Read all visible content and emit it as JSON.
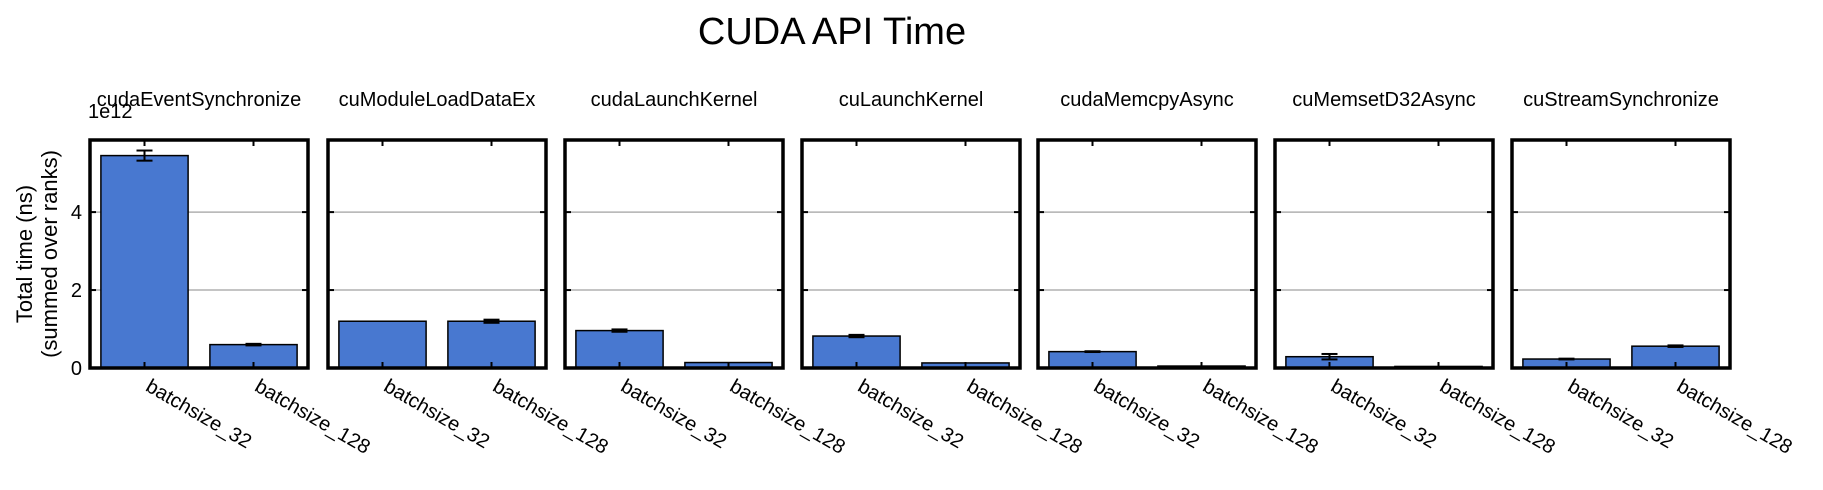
{
  "figure": {
    "title": "CUDA API Time",
    "ylabel_lines": [
      "Total time (ns)",
      "(summed over ranks)"
    ],
    "offset_text": "1e12",
    "bar_color": "#4878d0",
    "grid_color": "#b0b0b0"
  },
  "chart_data": {
    "type": "bar",
    "title": "CUDA API Time",
    "ylabel": "Total time (ns)\n(summed over ranks)",
    "y_scale_factor": 1000000000000.0,
    "ylim": [
      0,
      5.85
    ],
    "yticks": [
      0,
      2,
      4
    ],
    "ytick_labels": [
      "0",
      "2",
      "4"
    ],
    "grid": "horizontal",
    "categories": [
      "batchsize_32",
      "batchsize_128"
    ],
    "panels": [
      {
        "name": "cudaEventSynchronize",
        "values": [
          5.45,
          0.6
        ],
        "errors": [
          0.13,
          0.02
        ]
      },
      {
        "name": "cuModuleLoadDataEx",
        "values": [
          1.2,
          1.2
        ],
        "errors": [
          0.0,
          0.04
        ]
      },
      {
        "name": "cudaLaunchKernel",
        "values": [
          0.96,
          0.14
        ],
        "errors": [
          0.03,
          0.0
        ]
      },
      {
        "name": "cuLaunchKernel",
        "values": [
          0.82,
          0.13
        ],
        "errors": [
          0.03,
          0.0
        ]
      },
      {
        "name": "cudaMemcpyAsync",
        "values": [
          0.42,
          0.05
        ],
        "errors": [
          0.01,
          0.0
        ]
      },
      {
        "name": "cuMemsetD32Async",
        "values": [
          0.29,
          0.04
        ],
        "errors": [
          0.07,
          0.0
        ]
      },
      {
        "name": "cuStreamSynchronize",
        "values": [
          0.23,
          0.56
        ],
        "errors": [
          0.01,
          0.02
        ]
      }
    ]
  }
}
